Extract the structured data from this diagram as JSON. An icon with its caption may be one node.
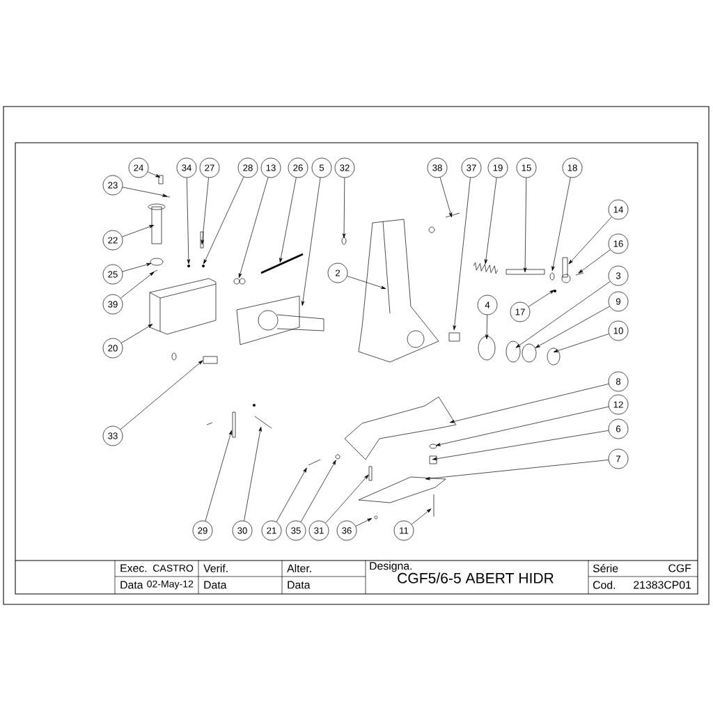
{
  "diagram": {
    "nodes": [
      {
        "text": [
          "24"
        ]
      },
      {
        "text": [
          "34"
        ]
      },
      {
        "text": [
          "27"
        ]
      },
      {
        "text": [
          "28"
        ]
      },
      {
        "text": [
          "13"
        ]
      },
      {
        "text": [
          "26"
        ]
      },
      {
        "text": [
          "5"
        ]
      },
      {
        "text": [
          "32"
        ]
      },
      {
        "text": [
          "38"
        ]
      },
      {
        "text": [
          "37"
        ]
      },
      {
        "text": [
          "19"
        ]
      },
      {
        "text": [
          "15"
        ]
      },
      {
        "text": [
          "18"
        ]
      },
      {
        "text": [
          "23"
        ]
      },
      {
        "text": [
          "14"
        ]
      },
      {
        "text": [
          "22"
        ]
      },
      {
        "text": [
          "16"
        ]
      },
      {
        "text": [
          "2"
        ]
      },
      {
        "text": [
          "25"
        ]
      },
      {
        "text": [
          "3"
        ]
      },
      {
        "text": [
          "9"
        ]
      },
      {
        "text": [
          "39"
        ]
      },
      {
        "text": [
          "4"
        ]
      },
      {
        "text": [
          "17"
        ]
      },
      {
        "text": [
          "10"
        ]
      },
      {
        "text": [
          "20"
        ]
      },
      {
        "text": [
          "8"
        ]
      },
      {
        "text": [
          "12"
        ]
      },
      {
        "text": [
          "6"
        ]
      },
      {
        "text": [
          "33"
        ]
      },
      {
        "text": [
          "7"
        ]
      },
      {
        "text": [
          "29"
        ]
      },
      {
        "text": [
          "30"
        ]
      },
      {
        "text": [
          "21"
        ]
      },
      {
        "text": [
          "35"
        ]
      },
      {
        "text": [
          "31"
        ]
      },
      {
        "text": [
          "36"
        ]
      },
      {
        "text": [
          "11"
        ]
      }
    ],
    "edges": [
      {
        "from": 0,
        "to": null,
        "arrow": "to"
      },
      {
        "from": 1,
        "to": null,
        "arrow": "to"
      },
      {
        "from": 2,
        "to": null,
        "arrow": "to"
      },
      {
        "from": 3,
        "to": null,
        "arrow": "to"
      },
      {
        "from": 4,
        "to": null,
        "arrow": "to"
      },
      {
        "from": 5,
        "to": null,
        "arrow": "to"
      },
      {
        "from": 6,
        "to": null,
        "arrow": "to"
      },
      {
        "from": 7,
        "to": null,
        "arrow": "to"
      },
      {
        "from": 8,
        "to": null,
        "arrow": "to"
      },
      {
        "from": 9,
        "to": null,
        "arrow": "to"
      },
      {
        "from": 10,
        "to": null,
        "arrow": "to"
      },
      {
        "from": 11,
        "to": null,
        "arrow": "to"
      },
      {
        "from": 12,
        "to": null,
        "arrow": "to"
      },
      {
        "from": 13,
        "to": null,
        "arrow": "to"
      },
      {
        "from": 14,
        "to": null,
        "arrow": "to"
      },
      {
        "from": 15,
        "to": null,
        "arrow": "to"
      },
      {
        "from": 16,
        "to": null,
        "arrow": "to"
      },
      {
        "from": 17,
        "to": null,
        "arrow": "to"
      },
      {
        "from": 18,
        "to": null,
        "arrow": "to"
      },
      {
        "from": 19,
        "to": null,
        "arrow": "to"
      },
      {
        "from": 20,
        "to": null,
        "arrow": "to"
      },
      {
        "from": 21,
        "to": null,
        "arrow": "to"
      },
      {
        "from": 22,
        "to": null,
        "arrow": "to"
      },
      {
        "from": 23,
        "to": null,
        "arrow": "to"
      },
      {
        "from": 24,
        "to": null,
        "arrow": "to"
      },
      {
        "from": 25,
        "to": null,
        "arrow": "to"
      },
      {
        "from": 26,
        "to": null,
        "arrow": "to"
      },
      {
        "from": 27,
        "to": null,
        "arrow": "to"
      },
      {
        "from": 28,
        "to": null,
        "arrow": "to"
      },
      {
        "from": 29,
        "to": null,
        "arrow": "to"
      },
      {
        "from": 30,
        "to": null,
        "arrow": "to"
      },
      {
        "from": 31,
        "to": null,
        "arrow": "to"
      },
      {
        "from": 32,
        "to": null,
        "arrow": "to"
      },
      {
        "from": 33,
        "to": null,
        "arrow": "to"
      },
      {
        "from": 34,
        "to": null,
        "arrow": "to"
      },
      {
        "from": 35,
        "to": null,
        "arrow": "to"
      },
      {
        "from": 36,
        "to": null,
        "arrow": "to"
      },
      {
        "from": 37,
        "to": null,
        "arrow": "to"
      }
    ],
    "labels": [
      "Exec.",
      "CASTRO",
      "Verif.",
      "Alter.",
      "Designa.",
      "CGF5/6-5 ABERT HIDR",
      "Série",
      "CGF",
      "Data",
      "02-May-12",
      "Data",
      "Data",
      "Cod.",
      "21383CP01"
    ]
  }
}
